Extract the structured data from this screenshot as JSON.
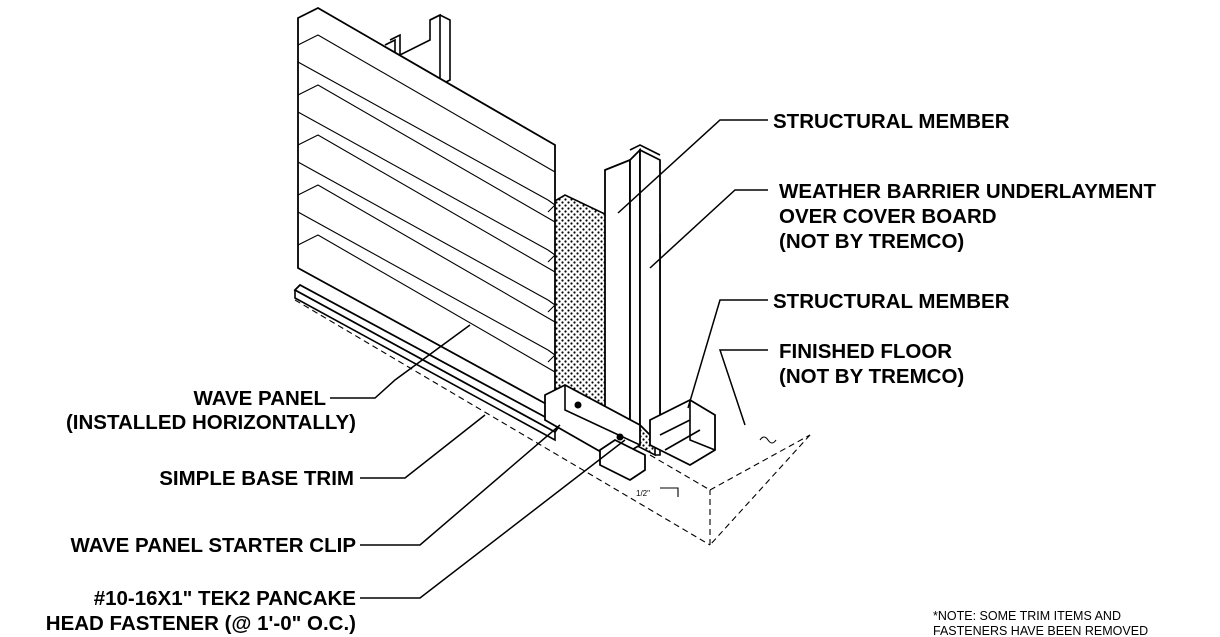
{
  "labels": {
    "structural_member_1": "STRUCTURAL MEMBER",
    "weather_barrier": [
      "WEATHER BARRIER UNDERLAYMENT",
      "OVER COVER BOARD",
      "(NOT BY TREMCO)"
    ],
    "structural_member_2": "STRUCTURAL MEMBER",
    "finished_floor": [
      "FINISHED FLOOR",
      "(NOT BY TREMCO)"
    ],
    "wave_panel": [
      "WAVE PANEL",
      "(INSTALLED HORIZONTALLY)"
    ],
    "simple_base_trim": "SIMPLE BASE TRIM",
    "starter_clip": "WAVE PANEL STARTER CLIP",
    "fastener": [
      "#10-16X1\" TEK2 PANCAKE",
      "HEAD FASTENER (@ 1'-0\" O.C.)"
    ],
    "dimension": "1/2\"",
    "note": [
      "*NOTE: SOME TRIM ITEMS AND",
      "FASTENERS HAVE BEEN REMOVED"
    ]
  }
}
